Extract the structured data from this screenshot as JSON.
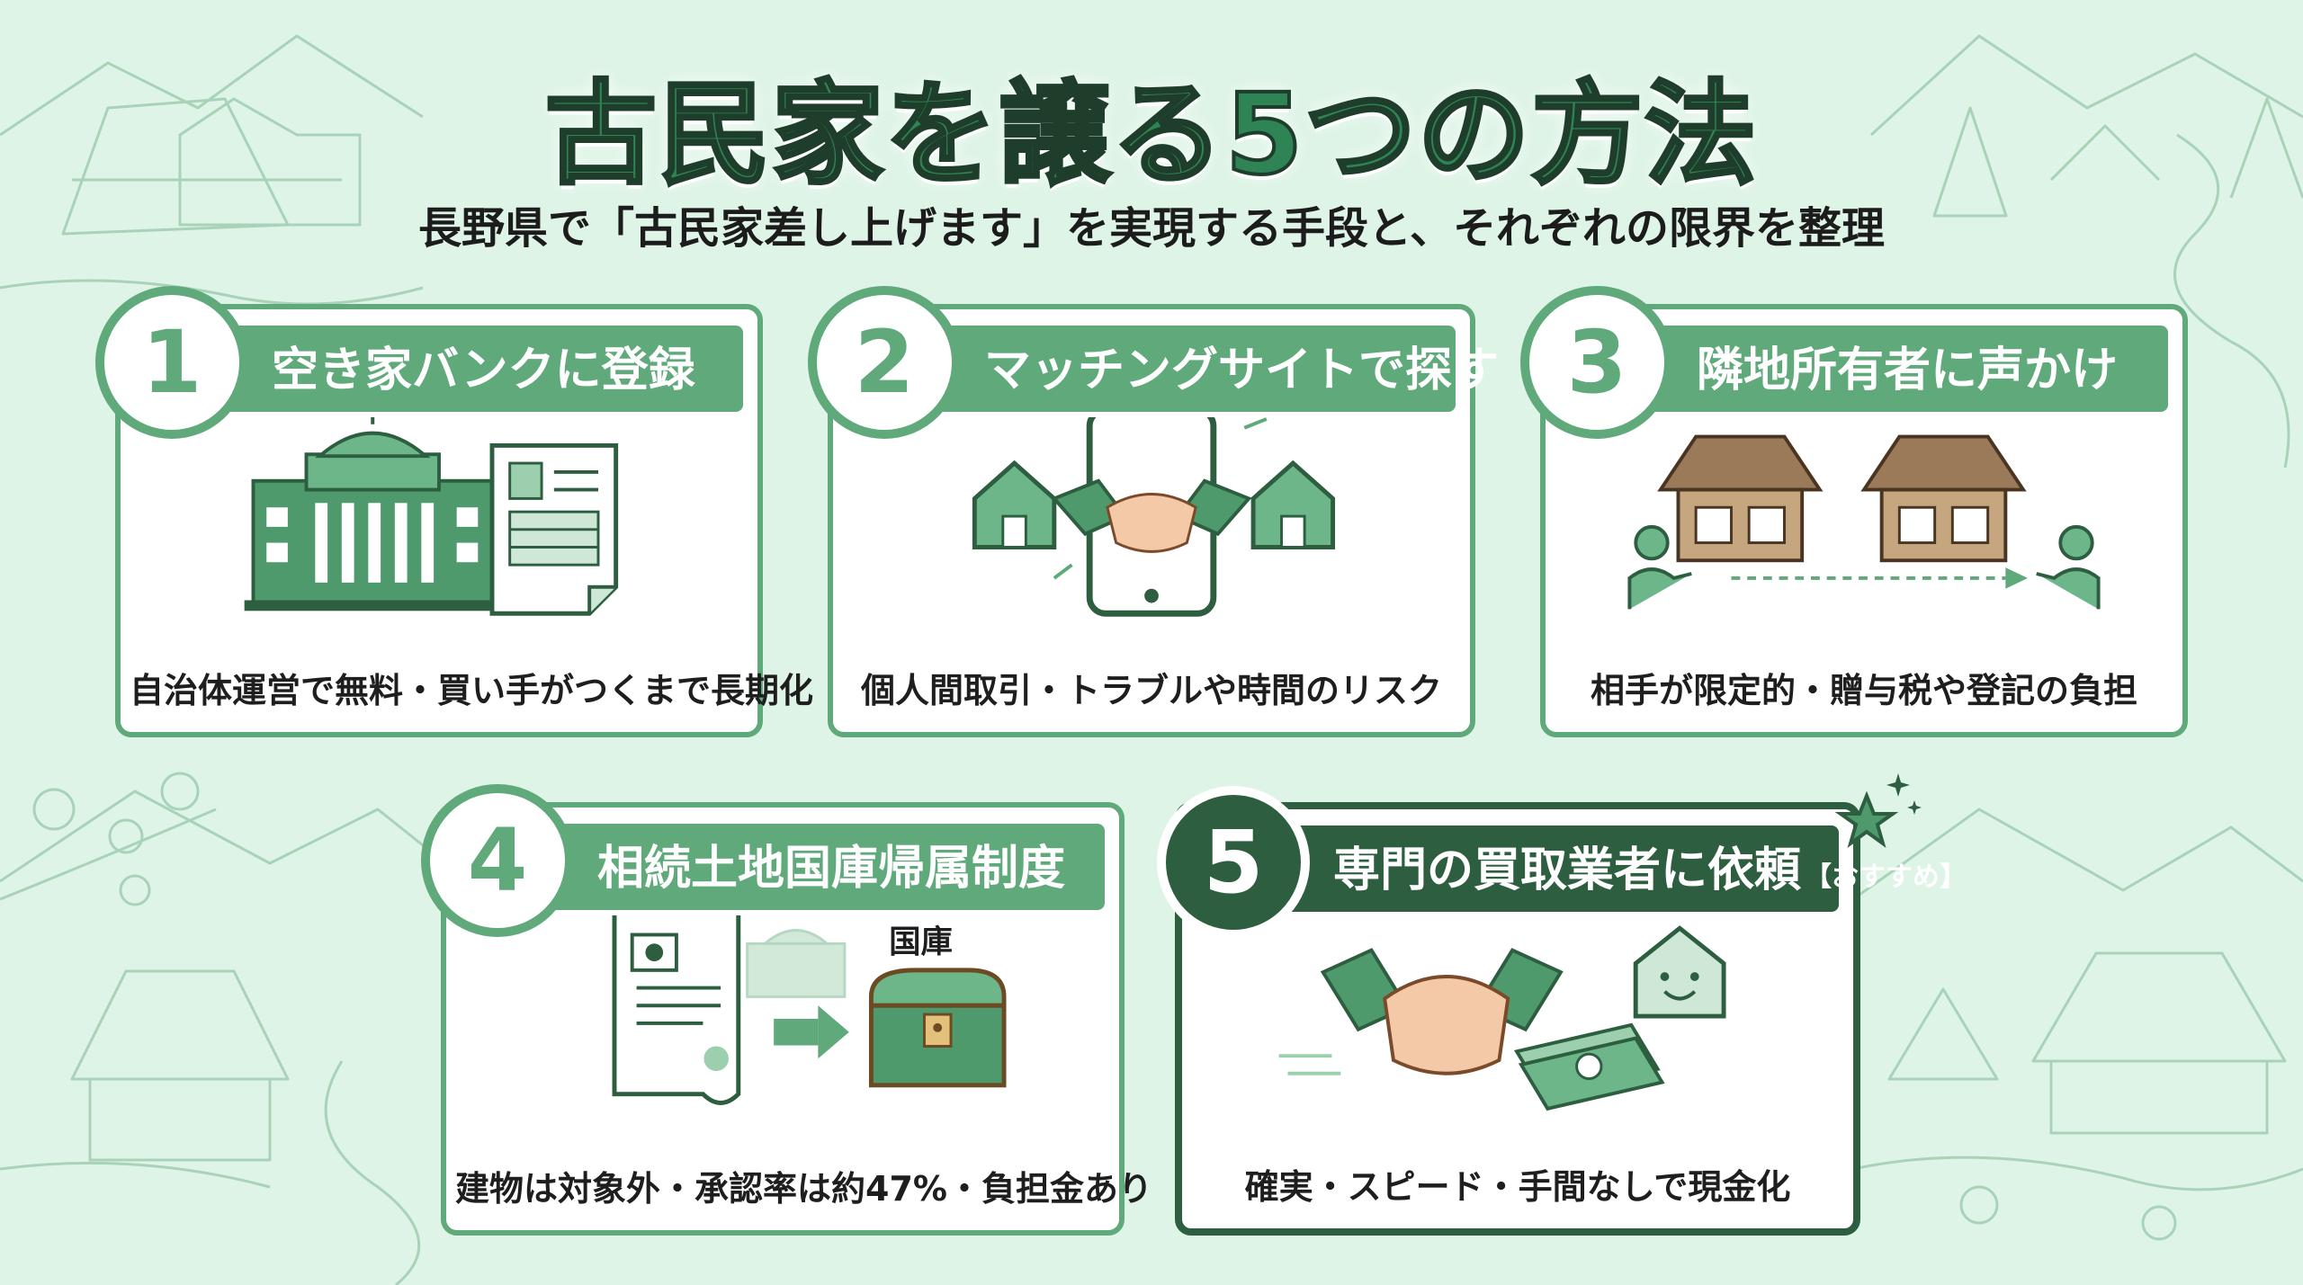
{
  "title": "古民家を譲る5つの方法",
  "subtitle": "長野県で「古民家差し上げます」を実現する手段と、それぞれの限界を整理",
  "colors": {
    "background": "#def4e6",
    "accent": "#5fa97b",
    "accent_dark": "#2e5e40",
    "title_text": "#2f8455"
  },
  "methods": [
    {
      "number": "1",
      "title": "空き家バンクに登録",
      "caption": "自治体運営で無料・買い手がつくまで長期化",
      "icons": [
        "government-building-icon",
        "registration-document-icon"
      ]
    },
    {
      "number": "2",
      "title": "マッチングサイトで探す",
      "caption": "個人間取引・トラブルや時間のリスク",
      "icons": [
        "house-icon",
        "smartphone-handshake-icon",
        "house-icon"
      ]
    },
    {
      "number": "3",
      "title": "隣地所有者に声かけ",
      "caption": "相手が限定的・贈与税や登記の負担",
      "icons": [
        "person-icon",
        "thatched-house-icon",
        "arrow-icon",
        "person-icon"
      ]
    },
    {
      "number": "4",
      "title": "相続土地国庫帰属制度",
      "caption": "建物は対象外・承認率は約47%・負担金あり",
      "art_label": "国庫",
      "icons": [
        "document-scroll-icon",
        "government-building-icon",
        "arrow-right-icon",
        "treasure-chest-icon"
      ]
    },
    {
      "number": "5",
      "title": "専門の買取業者に依頼",
      "tag": "【おすすめ】",
      "caption": "確実・スピード・手間なしで現金化",
      "icons": [
        "handshake-icon",
        "smiling-house-icon",
        "cash-stack-icon",
        "star-icon"
      ]
    }
  ]
}
